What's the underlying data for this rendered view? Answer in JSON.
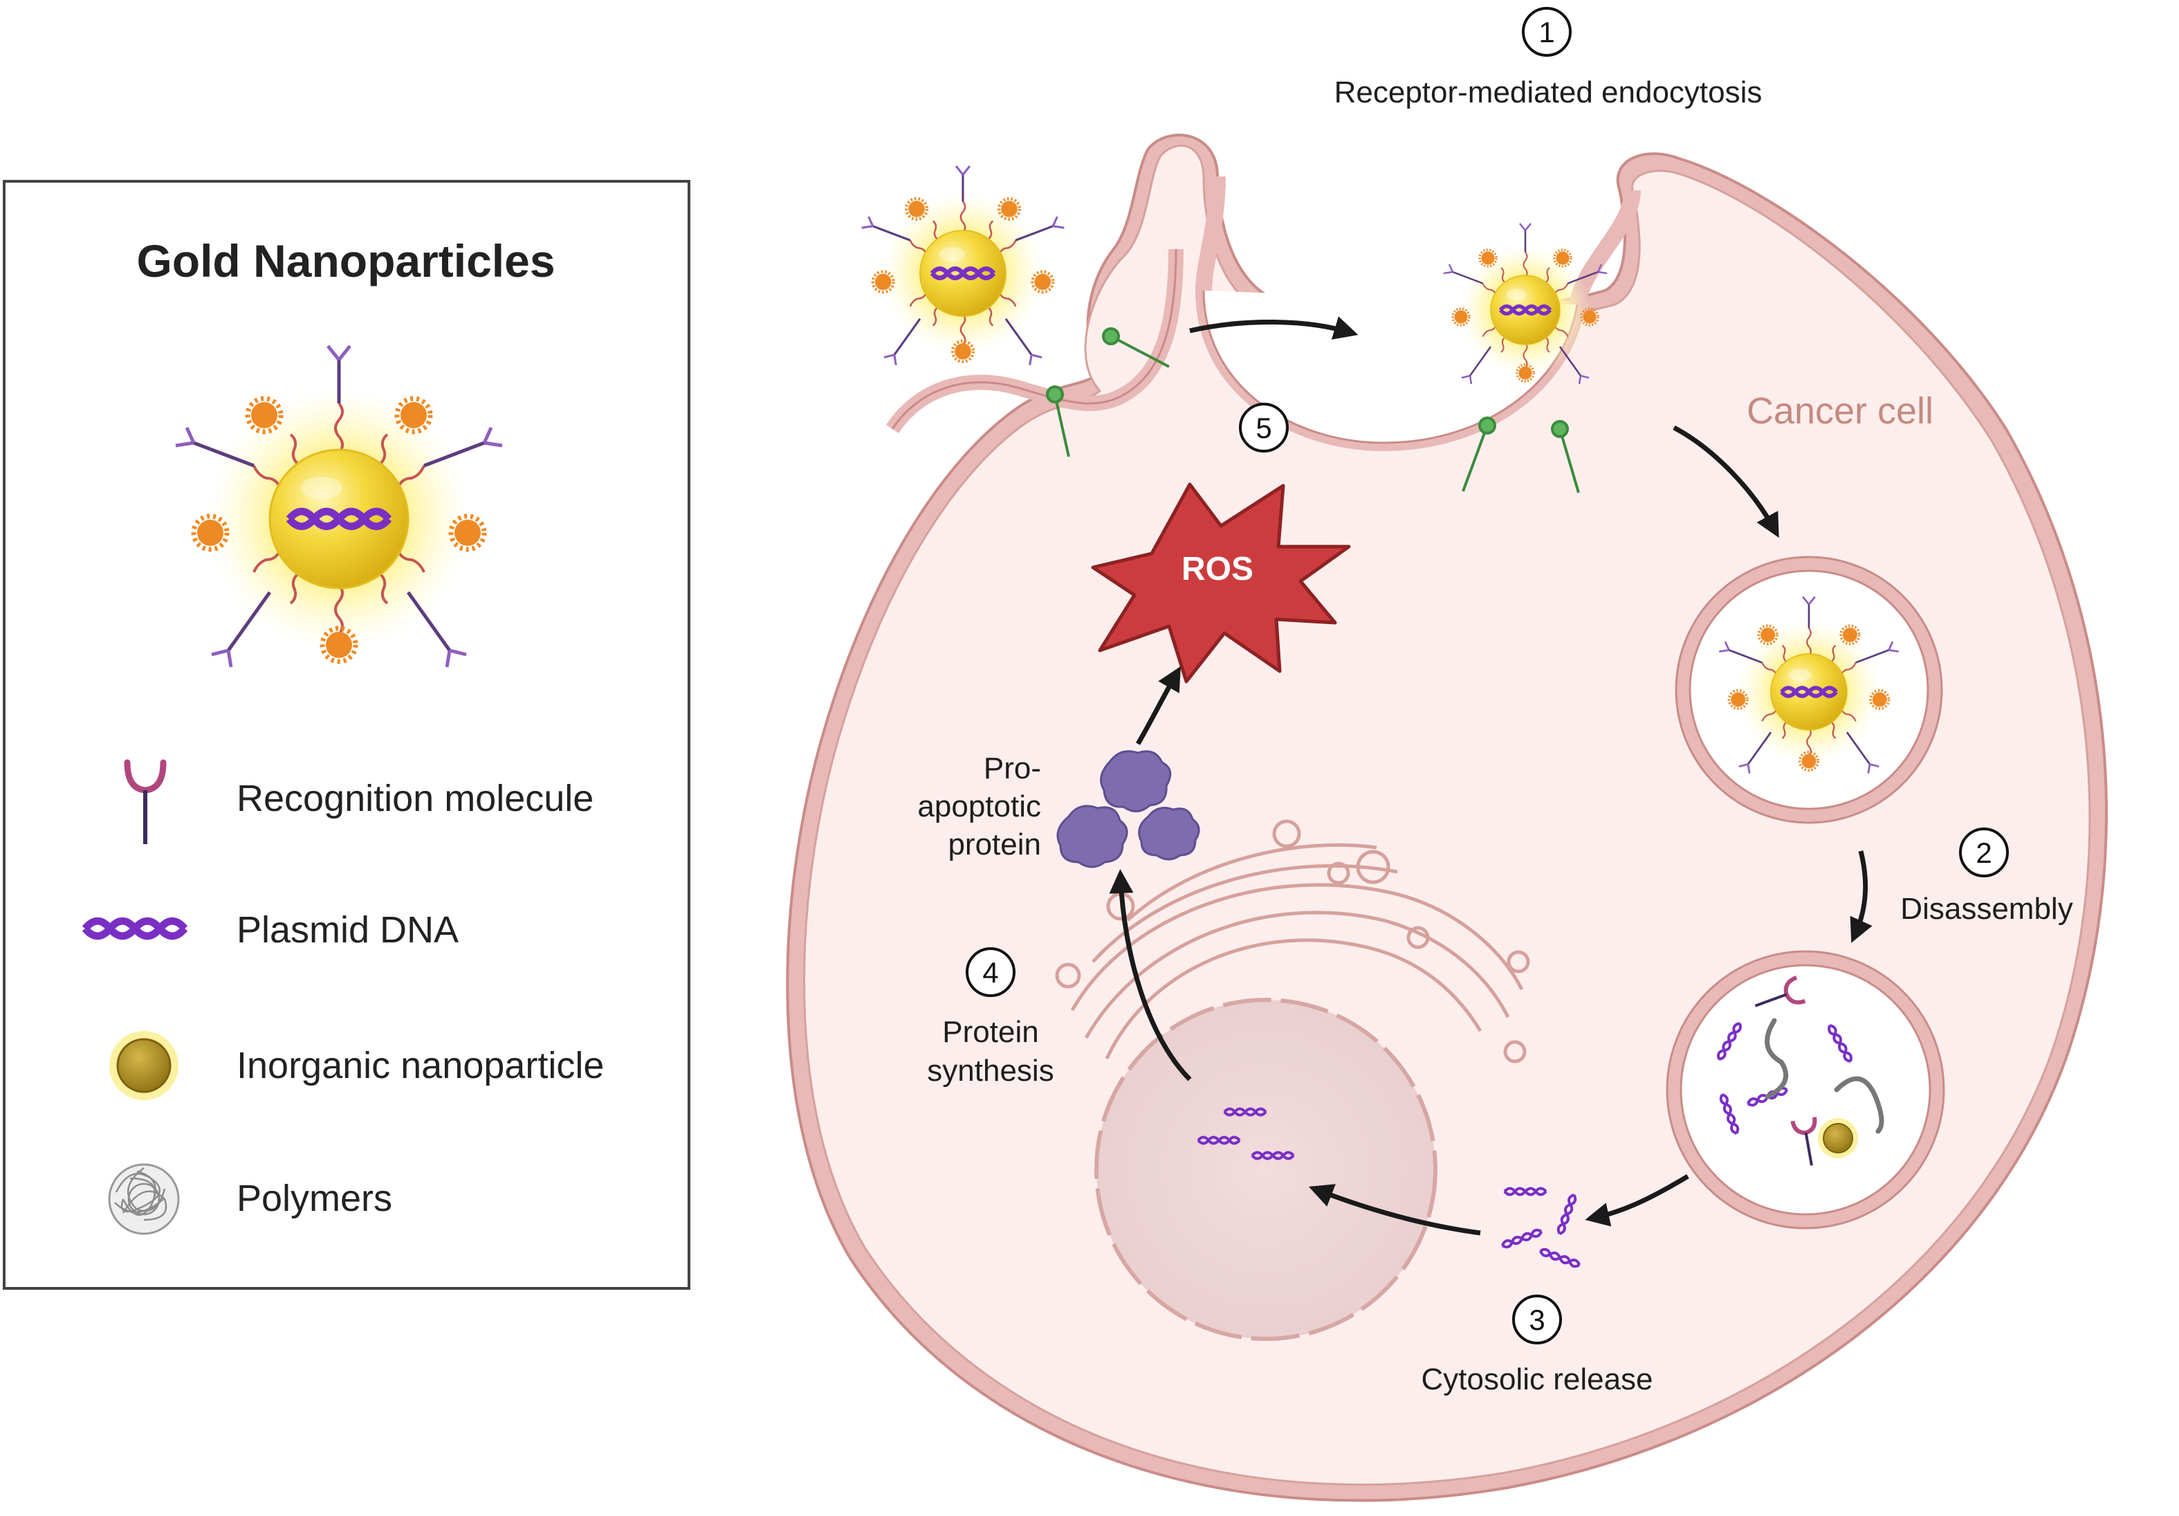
{
  "legend": {
    "title": "Gold Nanoparticles",
    "items": [
      {
        "icon": "recognition-molecule-icon",
        "label": "Recognition molecule"
      },
      {
        "icon": "plasmid-dna-icon",
        "label": "Plasmid DNA"
      },
      {
        "icon": "inorganic-nanoparticle-icon",
        "label": "Inorganic nanoparticle"
      },
      {
        "icon": "polymers-icon",
        "label": "Polymers"
      }
    ]
  },
  "cell": {
    "label": "Cancer cell"
  },
  "steps": [
    {
      "number": "1",
      "lines": [
        "Receptor-mediated endocytosis"
      ]
    },
    {
      "number": "2",
      "lines": [
        "Disassembly"
      ]
    },
    {
      "number": "3",
      "lines": [
        "Cytosolic release"
      ]
    },
    {
      "number": "4",
      "lines": [
        "Protein",
        "synthesis"
      ]
    },
    {
      "number": "5",
      "lines": []
    }
  ],
  "protein": {
    "lines": [
      "Pro-",
      "apoptotic",
      "protein"
    ]
  },
  "ros": {
    "label": "ROS"
  },
  "colors": {
    "cell_fill": "#fdeeee",
    "cell_membrane": "#e8b9b6",
    "membrane_edge": "#c98c88",
    "gold": "#f3d23b",
    "glow": "#fbf2a0",
    "orange_polymer": "#ee8a25",
    "antibody": "#6d4c8f",
    "dna": "#7a2fc4",
    "ros": "#cc3c3e",
    "protein": "#7d6cae",
    "receptor": "#3d8b3d"
  }
}
